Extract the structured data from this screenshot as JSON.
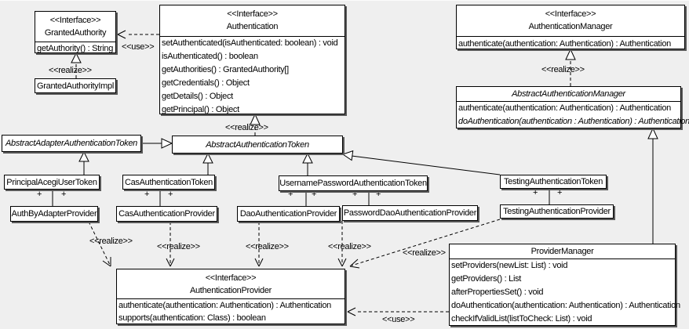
{
  "classes": {
    "granted_authority": {
      "stereotype": "<<Interface>>",
      "name": "GrantedAuthority",
      "methods": [
        "getAuthority() : String"
      ]
    },
    "granted_authority_impl": {
      "name": "GrantedAuthorityImpl"
    },
    "authentication": {
      "stereotype": "<<Interface>>",
      "name": "Authentication",
      "methods": [
        "setAuthenticated(isAuthenticated: boolean) : void",
        "isAuthenticated() : boolean",
        "getAuthorities() : GrantedAuthority[]",
        "getCredentials() : Object",
        "getDetails() : Object",
        "getPrincipal() : Object"
      ]
    },
    "authentication_manager": {
      "stereotype": "<<Interface>>",
      "name": "AuthenticationManager",
      "methods": [
        "authenticate(authentication: Authentication) : Authentication"
      ]
    },
    "abstract_authentication_manager": {
      "name": "AbstractAuthenticationManager",
      "methods": [
        "authenticate(authentication: Authentication) : Authentication",
        "doAuthentication(authentication : Authentication) : Authentication"
      ]
    },
    "abstract_adapter_authentication_token": {
      "name": "AbstractAdapterAuthenticationToken"
    },
    "abstract_authentication_token": {
      "name": "AbstractAuthenticationToken"
    },
    "principal_acegi_user_token": {
      "name": "PrincipalAcegiUserToken"
    },
    "cas_authentication_token": {
      "name": "CasAuthenticationToken"
    },
    "username_password_authentication_token": {
      "name": "UsernamePasswordAuthenticationToken"
    },
    "testing_authentication_token": {
      "name": "TestingAuthenticationToken"
    },
    "auth_by_adapter_provider": {
      "name": "AuthByAdapterProvider"
    },
    "cas_authentication_provider": {
      "name": "CasAuthenticationProvider"
    },
    "dao_authentication_provider": {
      "name": "DaoAuthenticationProvider"
    },
    "password_dao_authentication_provider": {
      "name": "PasswordDaoAuthenticationProvider"
    },
    "testing_authentication_provider": {
      "name": "TestingAuthenticationProvider"
    },
    "authentication_provider": {
      "stereotype": "<<Interface>>",
      "name": "AuthenticationProvider",
      "methods": [
        "authenticate(authentication: Authentication) : Authentication",
        "supports(authentication: Class) : boolean"
      ]
    },
    "provider_manager": {
      "name": "ProviderManager",
      "methods": [
        "setProviders(newList: List) : void",
        "getProviders() : List",
        "afterPropertiesSet() : void",
        "doAuthentication(authentication: Authentication) : Authentication",
        "checkIfValidList(listToCheck: List) : void"
      ]
    }
  },
  "edge_labels": {
    "realize": "<<realize>>",
    "use": "<<use>>",
    "plus": "+"
  },
  "colors": {
    "background": "#efefef",
    "box_fill": "#ffffff",
    "box_border": "#000000",
    "box_shadow": "#595959",
    "line": "#000000"
  }
}
